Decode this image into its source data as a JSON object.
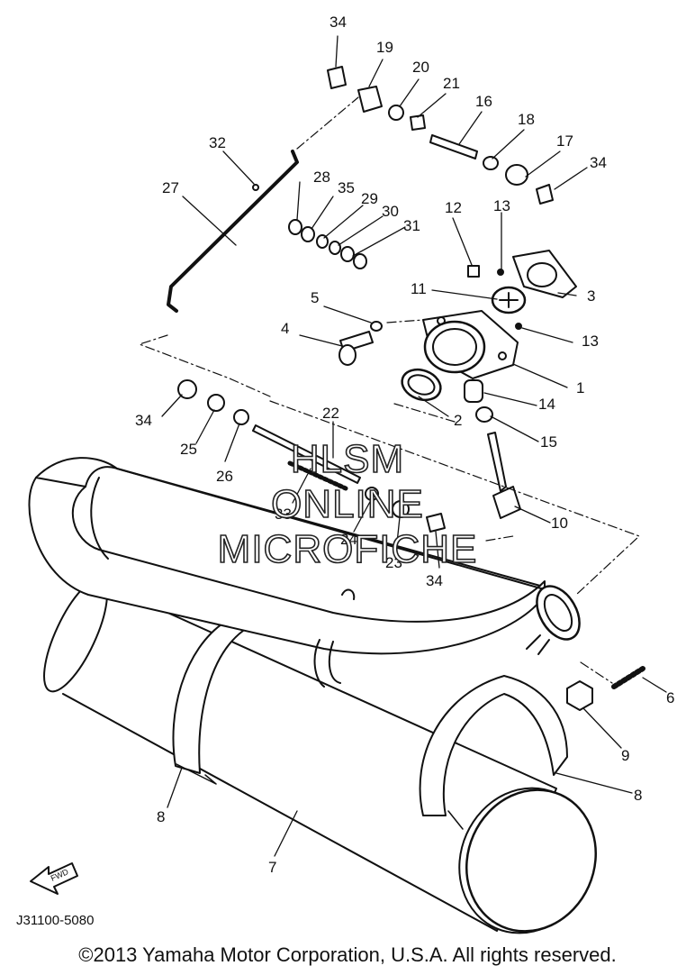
{
  "callouts": {
    "c1": "1",
    "c2": "2",
    "c3": "3",
    "c4": "4",
    "c5": "5",
    "c6": "6",
    "c7": "7",
    "c8a": "8",
    "c8b": "8",
    "c9": "9",
    "c10": "10",
    "c11": "11",
    "c12": "12",
    "c13a": "13",
    "c13b": "13",
    "c14": "14",
    "c15": "15",
    "c16": "16",
    "c17": "17",
    "c18": "18",
    "c19": "19",
    "c20": "20",
    "c21": "21",
    "c22": "22",
    "c23": "23",
    "c24": "24",
    "c25": "25",
    "c26": "26",
    "c27": "27",
    "c28": "28",
    "c29": "29",
    "c30": "30",
    "c31": "31",
    "c32": "32",
    "c33": "33",
    "c34a": "34",
    "c34b": "34",
    "c34c": "34",
    "c34d": "34",
    "c35": "35"
  },
  "watermark": {
    "line1": "HLSM",
    "line2": "ONLINE",
    "line3": "MICROFICHE"
  },
  "fwd_label": "FWD",
  "part_code": "J31100-5080",
  "copyright": "©2013 Yamaha Motor Corporation, U.S.A. All rights reserved."
}
